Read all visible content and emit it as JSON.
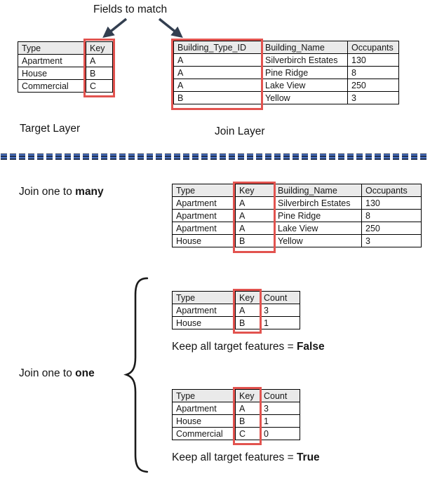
{
  "annotations": {
    "fields_to_match": "Fields to match"
  },
  "colors": {
    "key_highlight": "#e2534f",
    "header_fill": "#eaeaea",
    "arrow": "#333f50",
    "divider_blue": "#4a72c4",
    "divider_dark": "#22304d"
  },
  "target_table": {
    "label": "Target Layer",
    "headers": [
      "Type",
      "Key"
    ],
    "rows": [
      [
        "Apartment",
        "A"
      ],
      [
        "House",
        "B"
      ],
      [
        "Commercial",
        "C"
      ]
    ]
  },
  "join_table": {
    "label": "Join Layer",
    "headers": [
      "Building_Type_ID",
      "Building_Name",
      "Occupants"
    ],
    "rows": [
      [
        "A",
        "Silverbirch Estates",
        "130"
      ],
      [
        "A",
        "Pine Ridge",
        "8"
      ],
      [
        "A",
        "Lake View",
        "250"
      ],
      [
        "B",
        "Yellow",
        "3"
      ]
    ]
  },
  "one_to_many": {
    "label": {
      "prefix": "Join one to ",
      "bold": "many"
    },
    "table": {
      "headers": [
        "Type",
        "Key",
        "Building_Name",
        "Occupants"
      ],
      "rows": [
        [
          "Apartment",
          "A",
          "Silverbirch Estates",
          "130"
        ],
        [
          "Apartment",
          "A",
          "Pine Ridge",
          "8"
        ],
        [
          "Apartment",
          "A",
          "Lake View",
          "250"
        ],
        [
          "House",
          "B",
          "Yellow",
          "3"
        ]
      ]
    }
  },
  "one_to_one": {
    "label": {
      "prefix": "Join one to ",
      "bold": "one"
    },
    "tables": [
      {
        "headers": [
          "Type",
          "Key",
          "Count"
        ],
        "rows": [
          [
            "Apartment",
            "A",
            "3"
          ],
          [
            "House",
            "B",
            "1"
          ]
        ],
        "caption": {
          "prefix": "Keep all target features = ",
          "bold": "False"
        }
      },
      {
        "headers": [
          "Type",
          "Key",
          "Count"
        ],
        "rows": [
          [
            "Apartment",
            "A",
            "3"
          ],
          [
            "House",
            "B",
            "1"
          ],
          [
            "Commercial",
            "C",
            "0"
          ]
        ],
        "caption": {
          "prefix": "Keep all target features = ",
          "bold": "True"
        }
      }
    ]
  }
}
